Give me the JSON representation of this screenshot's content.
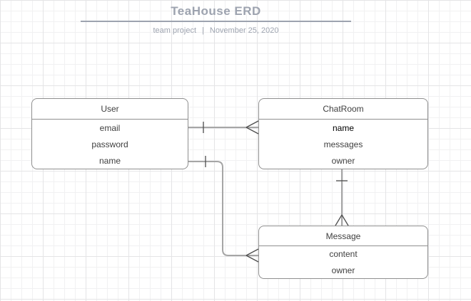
{
  "header": {
    "title": "TeaHouse ERD",
    "subtitle": {
      "left": "team project",
      "separator": "|",
      "right": "November 25, 2020"
    }
  },
  "entities": [
    {
      "name": "User",
      "fields": [
        "email",
        "password",
        "name"
      ]
    },
    {
      "name": "ChatRoom",
      "fields": [
        "name",
        "messages",
        "owner"
      ]
    },
    {
      "name": "Message",
      "fields": [
        "content",
        "owner"
      ]
    }
  ],
  "relationships": [
    {
      "from": "User",
      "to": "ChatRoom",
      "from_cardinality": "one",
      "to_cardinality": "many"
    },
    {
      "from": "User",
      "to": "Message",
      "from_cardinality": "one",
      "to_cardinality": "many"
    },
    {
      "from": "ChatRoom",
      "to": "Message",
      "from_cardinality": "one",
      "to_cardinality": "many"
    }
  ],
  "colors": {
    "title_accent": "#9da3af",
    "entity_border": "#8f8f8f",
    "entity_text": "#404040",
    "highlight_field_text": "#000000",
    "connector_line": "#a6a6a6",
    "connector_marker": "#4d4d4d",
    "grid_minor": "#f1f1f2",
    "grid_major": "#e4e4e6",
    "background": "#ffffff"
  }
}
